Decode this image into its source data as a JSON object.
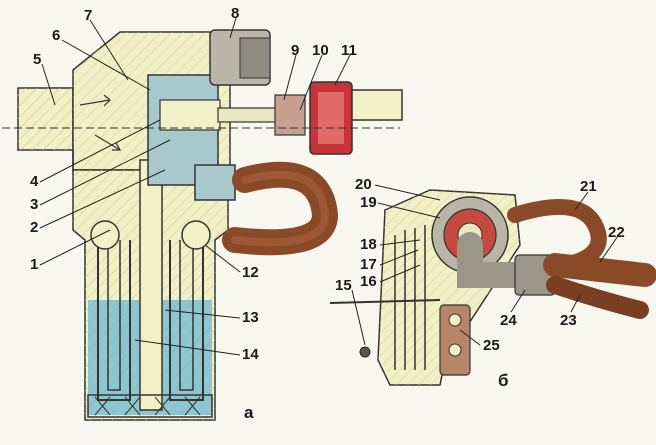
{
  "callouts": {
    "n1": "1",
    "n2": "2",
    "n3": "3",
    "n4": "4",
    "n5": "5",
    "n6": "6",
    "n7": "7",
    "n8": "8",
    "n9": "9",
    "n10": "10",
    "n11": "11",
    "n12": "12",
    "n13": "13",
    "n14": "14",
    "n15": "15",
    "n16": "16",
    "n17": "17",
    "n18": "18",
    "n19": "19",
    "n20": "20",
    "n21": "21",
    "n22": "22",
    "n23": "23",
    "n24": "24",
    "n25": "25"
  },
  "view_labels": {
    "a": "а",
    "b": "б"
  },
  "colors": {
    "body": "#f1f0c6",
    "hatch": "#d7d6a6",
    "water": "#8fc7d0",
    "hose": "#8a4a28",
    "red_part": "#c8343a",
    "metal": "#b9b6a8",
    "dark": "#2a2a2a"
  }
}
